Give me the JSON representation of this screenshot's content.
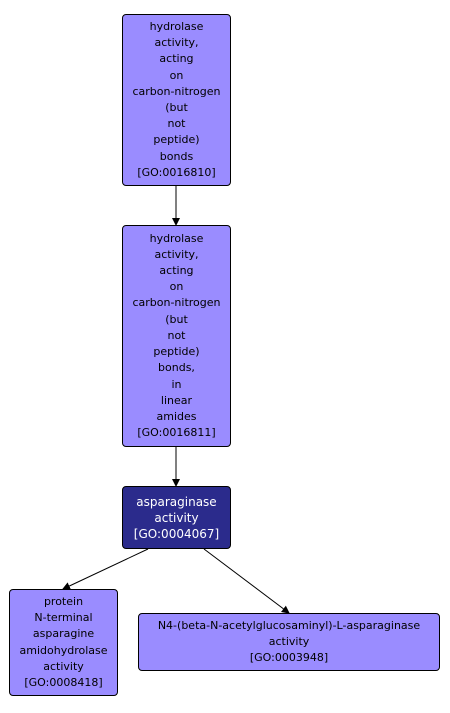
{
  "colors": {
    "node_fill": "#9a8cff",
    "focus_fill": "#2b2b8c",
    "focus_text": "#ffffff",
    "edge": "#000000"
  },
  "nodes": {
    "go_0016810": {
      "lines": [
        "hydrolase",
        "activity,",
        "acting",
        "on",
        "carbon-nitrogen",
        "(but",
        "not",
        "peptide)",
        "bonds"
      ],
      "id": "[GO:0016810]"
    },
    "go_0016811": {
      "lines": [
        "hydrolase",
        "activity,",
        "acting",
        "on",
        "carbon-nitrogen",
        "(but",
        "not",
        "peptide)",
        "bonds,",
        "in",
        "linear",
        "amides"
      ],
      "id": "[GO:0016811]"
    },
    "go_0004067": {
      "lines": [
        "asparaginase",
        "activity"
      ],
      "id": "[GO:0004067]"
    },
    "go_0008418": {
      "lines": [
        "protein",
        "N-terminal",
        "asparagine",
        "amidohydrolase",
        "activity"
      ],
      "id": "[GO:0008418]"
    },
    "go_0003948": {
      "lines": [
        "N4-(beta-N-acetylglucosaminyl)-L-asparaginase",
        "activity"
      ],
      "id": "[GO:0003948]"
    }
  },
  "edges": [
    {
      "from": "go_0016810",
      "to": "go_0016811"
    },
    {
      "from": "go_0016811",
      "to": "go_0004067"
    },
    {
      "from": "go_0004067",
      "to": "go_0008418"
    },
    {
      "from": "go_0004067",
      "to": "go_0003948"
    }
  ]
}
